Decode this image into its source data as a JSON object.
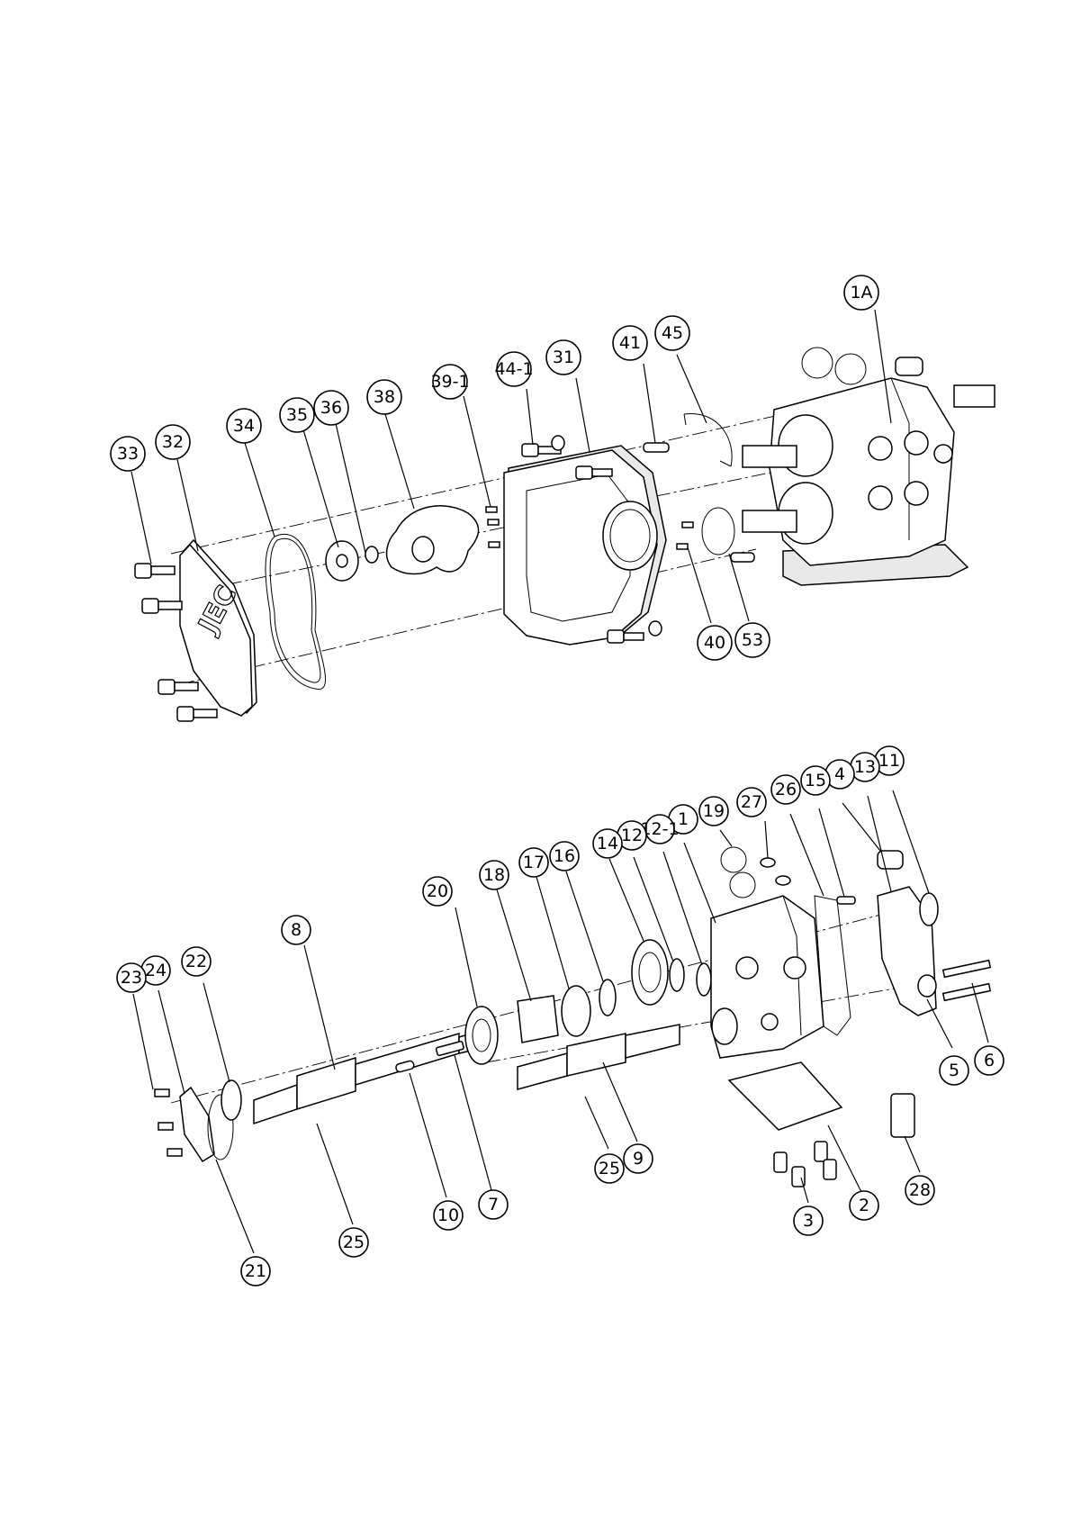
{
  "drawing": {
    "brand_mark": "JEC",
    "upper_assembly_balloons": [
      "1A",
      "45",
      "41",
      "31",
      "44-1",
      "39-1",
      "38",
      "36",
      "35",
      "34",
      "32",
      "33",
      "40",
      "53"
    ],
    "lower_assembly_balloons": [
      "11",
      "13",
      "4",
      "15",
      "26",
      "27",
      "19",
      "1",
      "12-1",
      "12",
      "14",
      "16",
      "17",
      "18",
      "20",
      "8",
      "22",
      "24",
      "23",
      "21",
      "25",
      "10",
      "7",
      "25",
      "9",
      "3",
      "2",
      "28",
      "5",
      "6"
    ]
  }
}
